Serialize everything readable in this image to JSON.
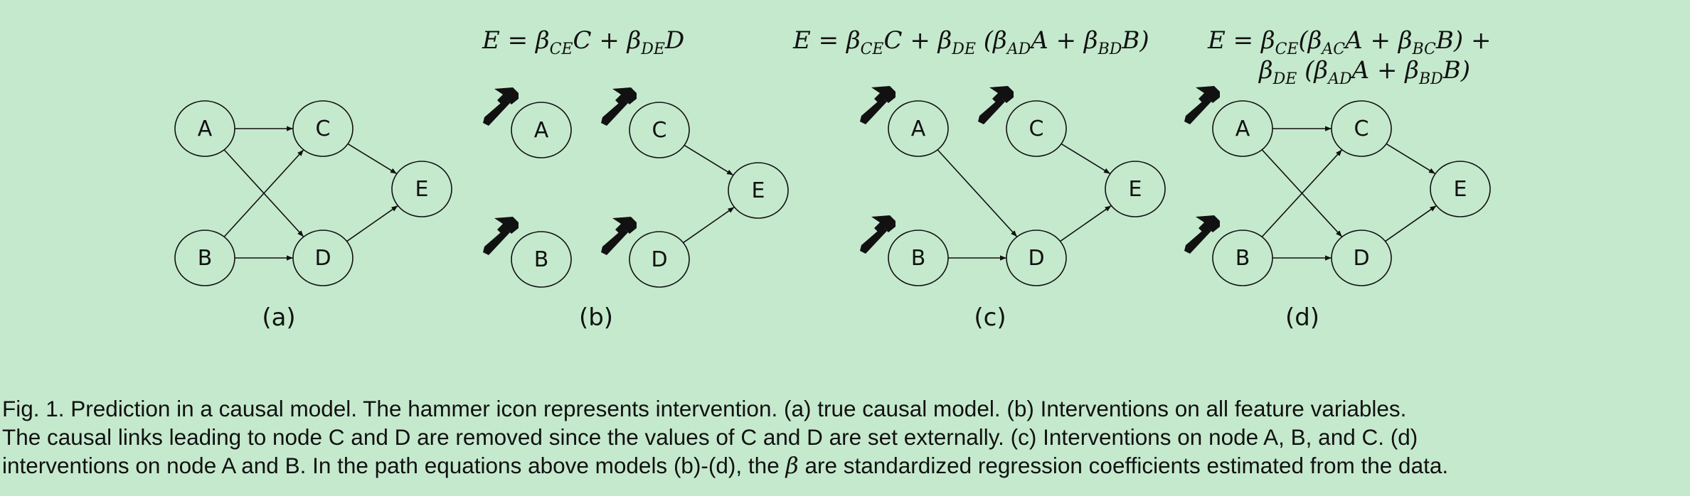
{
  "panels": [
    {
      "label": "(a)",
      "equation": [],
      "nodes": [
        "A",
        "B",
        "C",
        "D",
        "E"
      ],
      "edges": [
        [
          "A",
          "C"
        ],
        [
          "A",
          "D"
        ],
        [
          "B",
          "C"
        ],
        [
          "B",
          "D"
        ],
        [
          "C",
          "E"
        ],
        [
          "D",
          "E"
        ]
      ],
      "intervened": []
    },
    {
      "label": "(b)",
      "equation": [
        [
          {
            "t": "E = "
          },
          {
            "t": "β"
          },
          {
            "t": "CE",
            "s": 1
          },
          {
            "t": "C + "
          },
          {
            "t": "β"
          },
          {
            "t": "DE",
            "s": 1
          },
          {
            "t": "D"
          }
        ]
      ],
      "nodes": [
        "A",
        "B",
        "C",
        "D",
        "E"
      ],
      "edges": [
        [
          "C",
          "E"
        ],
        [
          "D",
          "E"
        ]
      ],
      "intervened": [
        "A",
        "B",
        "C",
        "D"
      ]
    },
    {
      "label": "(c)",
      "equation": [
        [
          {
            "t": "E = "
          },
          {
            "t": "β"
          },
          {
            "t": "CE",
            "s": 1
          },
          {
            "t": "C + "
          },
          {
            "t": "β"
          },
          {
            "t": "DE",
            "s": 1
          },
          {
            "t": " (β"
          },
          {
            "t": "AD",
            "s": 1
          },
          {
            "t": "A + β"
          },
          {
            "t": "BD",
            "s": 1
          },
          {
            "t": "B)"
          }
        ]
      ],
      "nodes": [
        "A",
        "B",
        "C",
        "D",
        "E"
      ],
      "edges": [
        [
          "A",
          "D"
        ],
        [
          "B",
          "D"
        ],
        [
          "C",
          "E"
        ],
        [
          "D",
          "E"
        ]
      ],
      "intervened": [
        "A",
        "B",
        "C"
      ]
    },
    {
      "label": "(d)",
      "equation": [
        [
          {
            "t": "E = "
          },
          {
            "t": "β"
          },
          {
            "t": "CE",
            "s": 1
          },
          {
            "t": "(β"
          },
          {
            "t": "AC",
            "s": 1
          },
          {
            "t": "A + β"
          },
          {
            "t": "BC",
            "s": 1
          },
          {
            "t": "B) +"
          }
        ],
        [
          {
            "t": "β"
          },
          {
            "t": "DE",
            "s": 1
          },
          {
            "t": " (β"
          },
          {
            "t": "AD",
            "s": 1
          },
          {
            "t": "A + β"
          },
          {
            "t": "BD",
            "s": 1
          },
          {
            "t": "B)"
          }
        ]
      ],
      "nodes": [
        "A",
        "B",
        "C",
        "D",
        "E"
      ],
      "edges": [
        [
          "A",
          "C"
        ],
        [
          "A",
          "D"
        ],
        [
          "B",
          "C"
        ],
        [
          "B",
          "D"
        ],
        [
          "C",
          "E"
        ],
        [
          "D",
          "E"
        ]
      ],
      "intervened": [
        "A",
        "B"
      ]
    }
  ],
  "caption": {
    "line1": "Fig. 1. Prediction in a causal model. The hammer icon represents intervention. (a) true causal model. (b) Interventions on all feature variables.",
    "line2": "The causal links leading to node C and D are removed since the values of C and D are set externally. (c) Interventions on node A, B, and C. (d)",
    "line3_pre": "interventions on node A and B. In the path equations above models (b)-(d), the ",
    "line3_beta": "β",
    "line3_post": " are standardized regression coefficients estimated from the data."
  },
  "intervention_icon": "hammer-icon",
  "colors": {
    "background": "#c5e9cd",
    "stroke": "#111111"
  }
}
